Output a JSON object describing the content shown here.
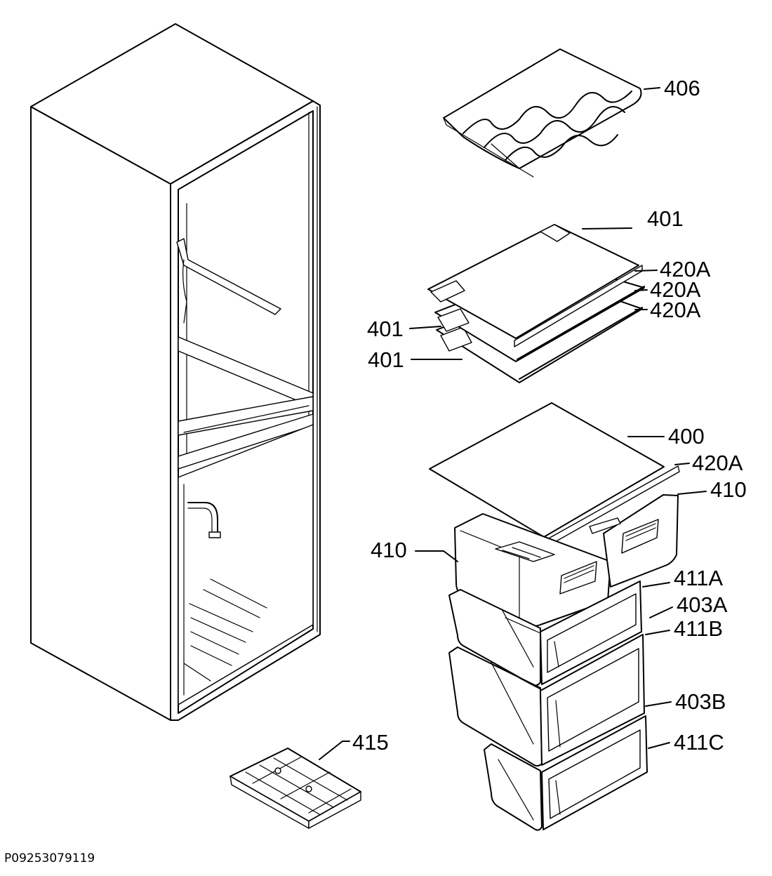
{
  "part_labels": {
    "p406": "406",
    "p401_top": "401",
    "p420a_1": "420A",
    "p420a_2": "420A",
    "p420a_3": "420A",
    "p401_mid": "401",
    "p401_low": "401",
    "p400": "400",
    "p420a_4": "420A",
    "p410_right": "410",
    "p410_left": "410",
    "p411a": "411A",
    "p403a": "403A",
    "p411b": "411B",
    "p403b": "403B",
    "p411c": "411C",
    "p415": "415"
  },
  "reference_code": "P09253079119"
}
